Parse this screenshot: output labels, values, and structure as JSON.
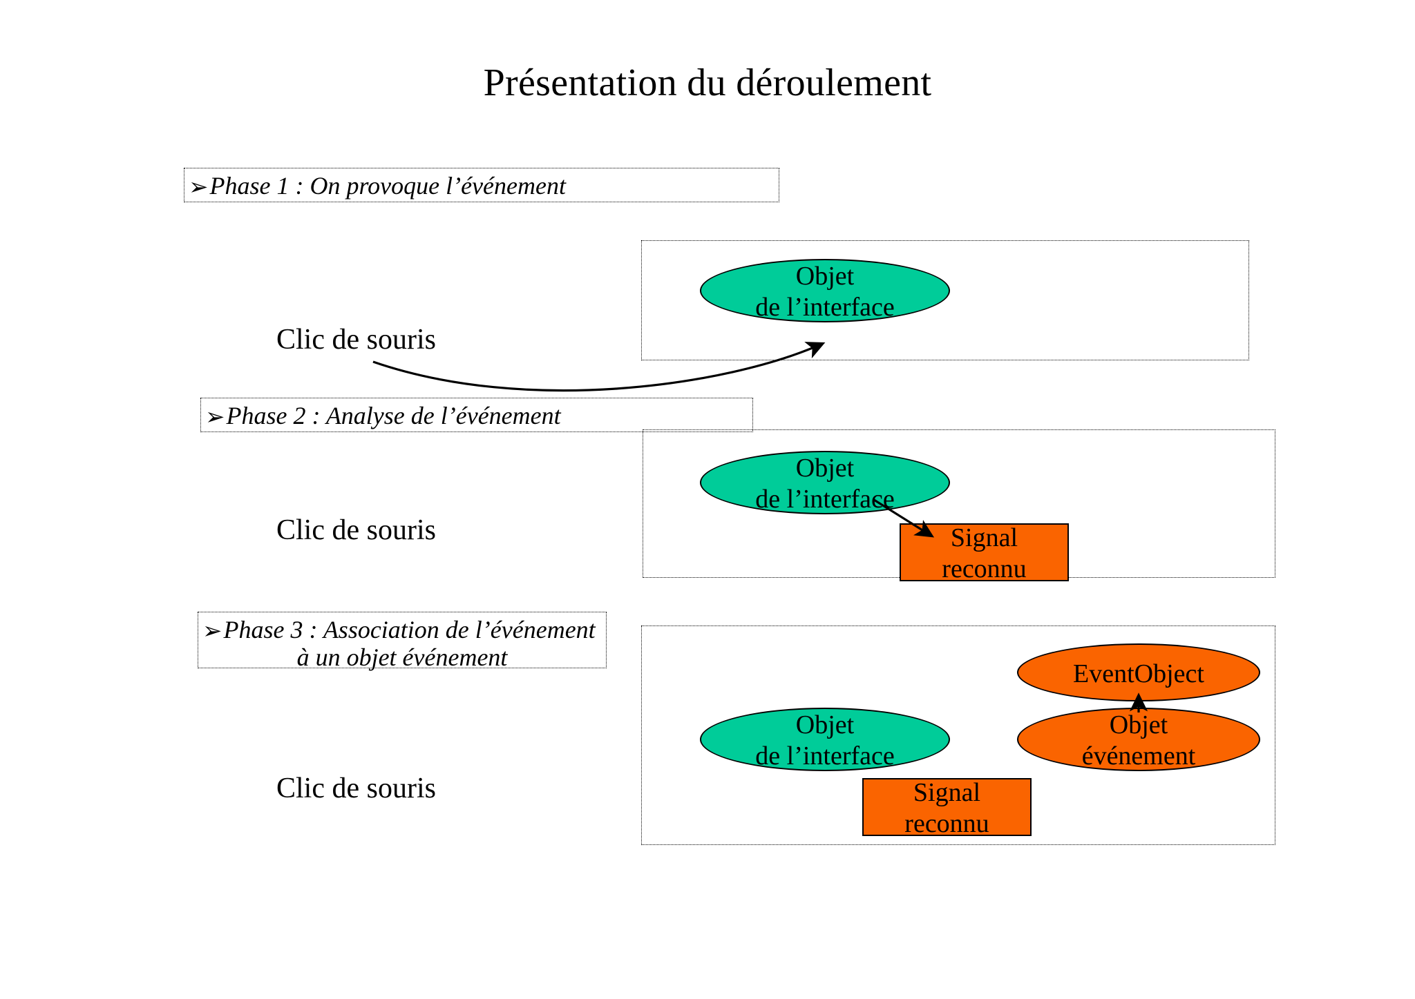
{
  "slide": {
    "title": "Présentation du déroulement"
  },
  "phases": [
    {
      "id": "phase-1",
      "bullet": "➢",
      "label_line1": "Phase 1 : On provoque l’événement",
      "label_line2": "",
      "click_label": "Clic de souris",
      "shapes": {
        "interface_object": {
          "line1": "Objet",
          "line2": "de l’interface",
          "color": "#00cc99"
        }
      }
    },
    {
      "id": "phase-2",
      "bullet": "➢",
      "label_line1": "Phase 2 : Analyse de l’événement",
      "label_line2": "",
      "click_label": "Clic de souris",
      "shapes": {
        "interface_object": {
          "line1": "Objet",
          "line2": "de l’interface",
          "color": "#00cc99"
        },
        "signal": {
          "line1": "Signal",
          "line2": "reconnu",
          "color": "#fa6400"
        }
      }
    },
    {
      "id": "phase-3",
      "bullet": "➢",
      "label_line1": "Phase 3 : Association de l’événement",
      "label_line2": "à un objet événement",
      "click_label": "Clic de souris",
      "shapes": {
        "interface_object": {
          "line1": "Objet",
          "line2": "de l’interface",
          "color": "#00cc99"
        },
        "signal": {
          "line1": "Signal",
          "line2": "reconnu",
          "color": "#fa6400"
        },
        "event_object_class": {
          "line1": "EventObject",
          "color": "#fa6400"
        },
        "event_object": {
          "line1": "Objet",
          "line2": "événement",
          "color": "#fa6400"
        }
      }
    }
  ],
  "colors": {
    "green": "#00cc99",
    "orange": "#fa6400",
    "outline": "#000000",
    "background": "#ffffff"
  }
}
